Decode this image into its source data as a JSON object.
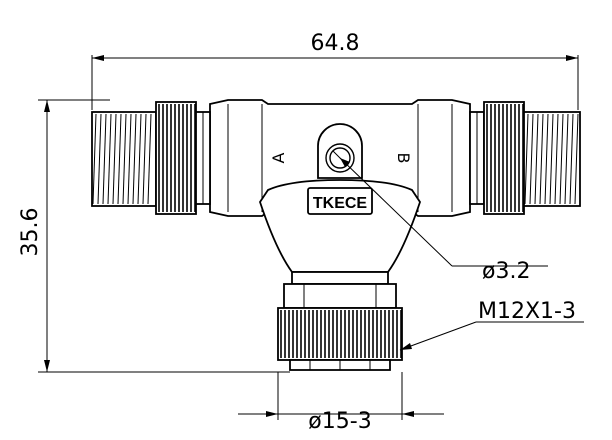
{
  "diagram": {
    "dimensions": {
      "overall_length": "64.8",
      "overall_height": "35.6",
      "hole_diameter": "ø3.2",
      "thread_spec": "M12X1-3",
      "bottom_diameter": "ø15-3"
    },
    "port_labels": {
      "left": "A",
      "right": "B"
    },
    "logo": "TKECE"
  }
}
